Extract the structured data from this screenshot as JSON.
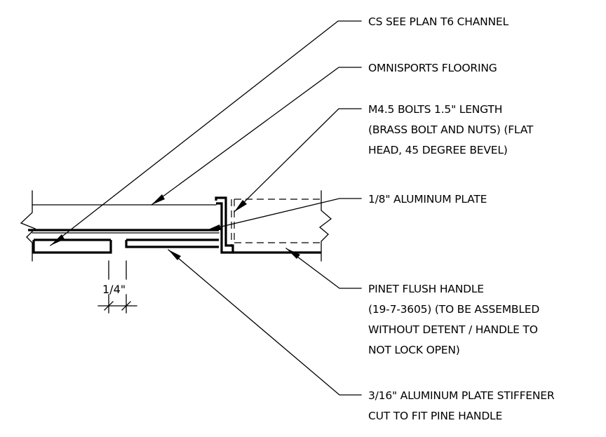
{
  "callouts": [
    {
      "id": "channel",
      "lines": [
        "CS SEE PLAN T6 CHANNEL"
      ]
    },
    {
      "id": "flooring",
      "lines": [
        "OMNISPORTS FLOORING"
      ]
    },
    {
      "id": "bolts",
      "lines": [
        "M4.5 BOLTS 1.5\" LENGTH",
        "(BRASS BOLT AND NUTS) (FLAT",
        "HEAD, 45 DEGREE BEVEL)"
      ]
    },
    {
      "id": "plate",
      "lines": [
        "1/8\" ALUMINUM PLATE"
      ]
    },
    {
      "id": "handle",
      "lines": [
        "PINET FLUSH HANDLE",
        "(19-7-3605) (TO BE ASSEMBLED",
        "WITHOUT DETENT / HANDLE TO",
        "NOT LOCK OPEN)"
      ]
    },
    {
      "id": "stiffener",
      "lines": [
        "3/16\" ALUMINUM PLATE STIFFENER",
        "CUT TO FIT PINE HANDLE"
      ]
    }
  ],
  "dimension": {
    "gap_label": "1/4\""
  }
}
